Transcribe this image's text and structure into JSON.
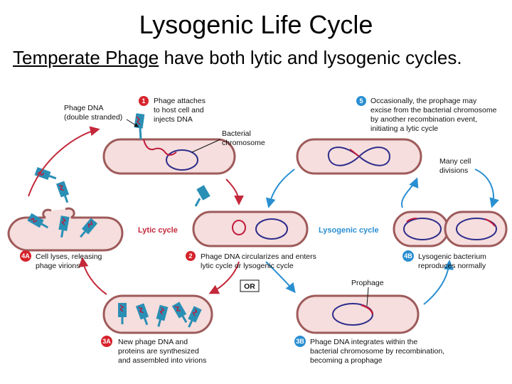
{
  "title": "Lysogenic Life Cycle",
  "subtitle": {
    "underlined": "Temperate Phage",
    "rest": " have both lytic and lysogenic cycles."
  },
  "colors": {
    "cell_fill": "#f5dedd",
    "cell_stroke": "#9e5a5a",
    "phage": "#2a8fb5",
    "dna_red": "#c01a3a",
    "dna_blue": "#2e2d8c",
    "lytic_arrow": "#c4283a",
    "lyso_arrow": "#2a8fd1",
    "badge_red": "#d6232c",
    "badge_blue": "#2a8fd1"
  },
  "labels": {
    "phage_dna": [
      "Phage DNA",
      "(double stranded)"
    ],
    "step1": [
      "Phage attaches",
      "to host cell and",
      "injects DNA"
    ],
    "bacterial_chromosome": [
      "Bacterial",
      "chromosome"
    ],
    "step5": [
      "Occasionally, the prophage may",
      "excise from the bacterial chromosome",
      "by another recombination event,",
      "initiating a lytic cycle"
    ],
    "many_cell_divisions": [
      "Many cell",
      "divisions"
    ],
    "lytic_cycle": "Lytic cycle",
    "lysogenic_cycle": "Lysogenic cycle",
    "step4a": [
      "Cell lyses, releasing",
      "phage virions"
    ],
    "step2": [
      "Phage DNA circularizes and enters",
      "lytic cycle or lysogenic cycle"
    ],
    "step4b": [
      "Lysogenic bacterium",
      "reproduces normally"
    ],
    "or": "OR",
    "prophage": "Prophage",
    "step3a": [
      "New phage DNA and",
      "proteins are synthesized",
      "and assembled into virions"
    ],
    "step3b": [
      "Phage DNA integrates within the",
      "bacterial chromosome by recombination,",
      "becoming a prophage"
    ]
  },
  "badges": {
    "b1": "1",
    "b5": "5",
    "b4a": "4A",
    "b2": "2",
    "b4b": "4B",
    "b3a": "3A",
    "b3b": "3B"
  }
}
